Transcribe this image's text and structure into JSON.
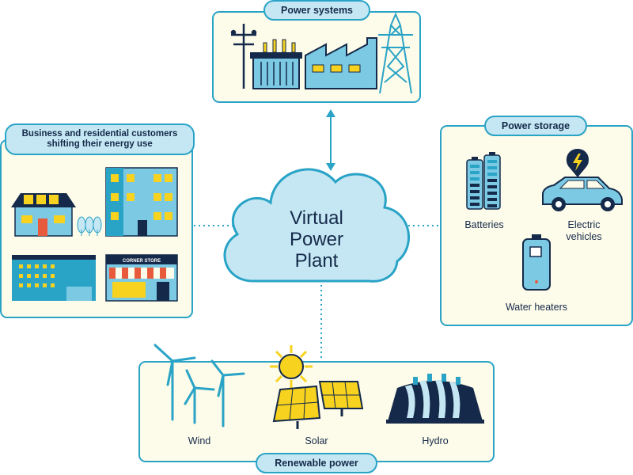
{
  "center": {
    "line1": "Virtual",
    "line2": "Power",
    "line3": "Plant"
  },
  "power_systems": {
    "title": "Power systems"
  },
  "customers": {
    "title_line1": "Business and residential customers",
    "title_line2": "shifting their energy use",
    "store_sign": "CORNER STORE"
  },
  "storage": {
    "title": "Power storage",
    "batteries": "Batteries",
    "ev_line1": "Electric",
    "ev_line2": "vehicles",
    "water_heaters": "Water heaters"
  },
  "renewable": {
    "title": "Renewable power",
    "wind": "Wind",
    "solar": "Solar",
    "hydro": "Hydro"
  },
  "colors": {
    "border": "#29a3c6",
    "panel_bg": "#fdfbe9",
    "tag_bg": "#c5e7f3",
    "dark": "#152a4a",
    "accent_yellow": "#f7d21e"
  }
}
